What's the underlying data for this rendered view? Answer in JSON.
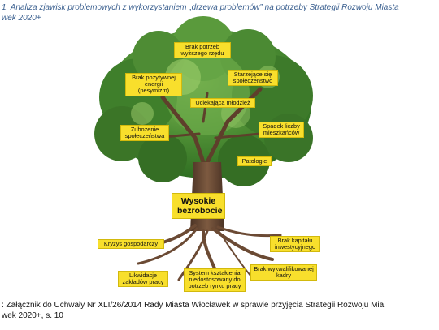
{
  "caption": {
    "line1": "1. Analiza zjawisk problemowych z wykorzystaniem „drzewa problemów” na potrzeby Strategii Rozwoju Miasta",
    "line2": "wek 2020+"
  },
  "tree": {
    "crown_labels": [
      "Brak potrzeb wyższego rzędu",
      "Brak pozytywnej energii (pesymizm)",
      "Starzejące się społeczeństwo",
      "Uciekająca młodzież",
      "Zubożenie społeczeństwa",
      "Spadek liczby mieszkańców",
      "Patologie"
    ],
    "trunk_label": "Wysokie bezrobocie",
    "root_labels": [
      "Kryzys gospodarczy",
      "Brak kapitału inwestycyjnego",
      "Likwidacje zakładów pracy",
      "System kształcenia niedostosowany do potrzeb rynku pracy",
      "Brak wykwalifikowanej kadry"
    ],
    "colors": {
      "foliage_dark": "#2f6e22",
      "foliage_light": "#8cc15a",
      "trunk": "#6b4a34",
      "label_fill": "#f8df2c"
    }
  },
  "source": {
    "line1": ": Załącznik do Uchwały Nr XLI/26/2014 Rady Miasta Włocławek w sprawie przyjęcia Strategii Rozwoju Mia",
    "line2": "wek 2020+, s. 10"
  }
}
